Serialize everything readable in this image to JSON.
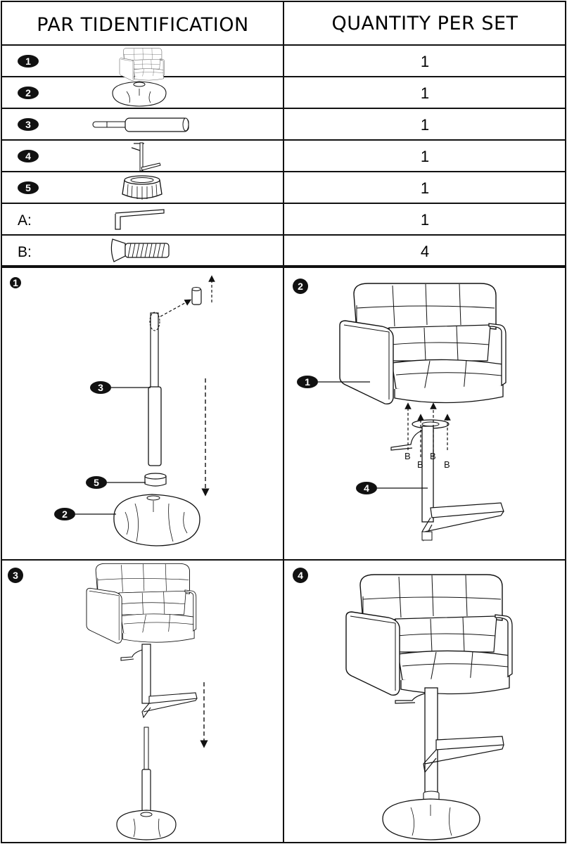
{
  "parts_table": {
    "headers": {
      "part_identification": "PAR TIDENTIFICATION",
      "quantity": "QUANTITY PER SET"
    },
    "rows": [
      {
        "id": "1",
        "icon": "chair-seat-icon",
        "qty": "1"
      },
      {
        "id": "2",
        "icon": "round-base-icon",
        "qty": "1"
      },
      {
        "id": "3",
        "icon": "gas-cylinder-icon",
        "qty": "1"
      },
      {
        "id": "4",
        "icon": "footrest-frame-icon",
        "qty": "1"
      },
      {
        "id": "5",
        "icon": "base-cover-ring-icon",
        "qty": "1"
      },
      {
        "id": "A:",
        "icon": "allen-key-icon",
        "qty": "1"
      },
      {
        "id": "B:",
        "icon": "bolt-icon",
        "qty": "4"
      }
    ]
  },
  "steps": [
    {
      "step": "1",
      "callouts": [
        "3",
        "5",
        "2"
      ]
    },
    {
      "step": "2",
      "callouts": [
        "1",
        "4"
      ],
      "bolt_labels": [
        "B",
        "B",
        "B",
        "B"
      ]
    },
    {
      "step": "3"
    },
    {
      "step": "4"
    }
  ],
  "colors": {
    "line": "#111111",
    "badge": "#111111",
    "background": "#ffffff"
  }
}
